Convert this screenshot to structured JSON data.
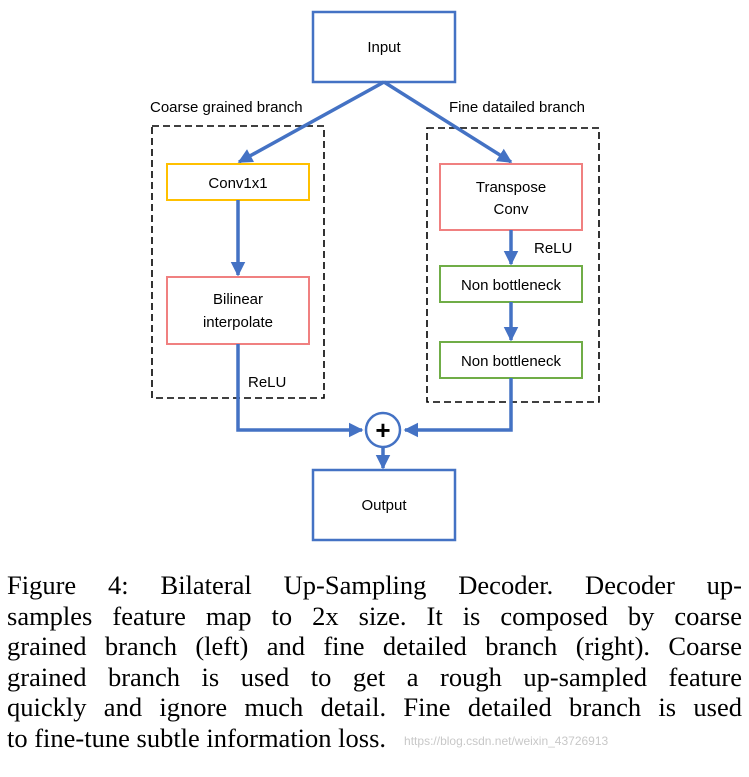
{
  "diagram": {
    "nodes": {
      "input": "Input",
      "conv1x1": "Conv1x1",
      "bilinear_line1": "Bilinear",
      "bilinear_line2": "interpolate",
      "transpose_line1": "Transpose",
      "transpose_line2": "Conv",
      "nonbottleneck1": "Non bottleneck",
      "nonbottleneck2": "Non bottleneck",
      "add_symbol": "+",
      "output": "Output"
    },
    "branches": {
      "coarse": "Coarse grained branch",
      "fine": "Fine datailed branch"
    },
    "edge_labels": {
      "relu_fine": "ReLU",
      "relu_coarse": "ReLU"
    },
    "colors": {
      "main_box": "#4472c4",
      "arrow": "#4472c4",
      "conv1x1_border": "#ffc000",
      "interp_border": "#f08080",
      "nonbottleneck_border": "#70ad47",
      "branch_dash": "#000000"
    }
  },
  "caption": {
    "lines": [
      "Figure 4: Bilateral Up-Sampling Decoder. Decoder up-",
      "samples feature map to 2x size. It is composed by coarse",
      "grained branch (left) and fine detailed branch (right). Coarse",
      "grained branch is used to get a rough up-sampled feature",
      "quickly and ignore much detail. Fine detailed branch is used",
      "to fine-tune subtle information loss."
    ],
    "watermark": "https://blog.csdn.net/weixin_43726913"
  }
}
